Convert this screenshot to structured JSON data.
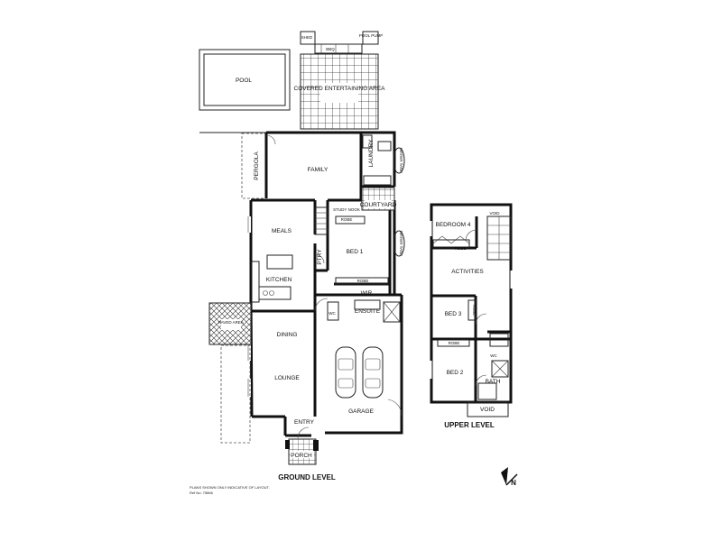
{
  "rooms": {
    "shed": "SHED",
    "bbq": "BBQ",
    "pool_pump": "POOL PUMP",
    "pool": "POOL",
    "covered_entertaining": "COVERED ENTERTAINING AREA",
    "pergola": "PERGOLA",
    "family": "FAMILY",
    "laundry": "LAUNDRY",
    "water_tank_1": "WATER TANK",
    "water_tank_2": "WATER TANK",
    "study_nook": "STUDY NOOK",
    "courtyard": "COURTYARD",
    "robe_1": "ROBE",
    "robe_2": "ROBE",
    "meals": "MEALS",
    "bed1": "BED 1",
    "ptry": "PTRY",
    "kitchen": "KITCHEN",
    "wir": "WIR",
    "paved_area": "PAVED AREA",
    "ensuite": "ENSUITE",
    "dining": "DINING",
    "lounge": "LOUNGE",
    "garage": "GARAGE",
    "entry": "ENTRY",
    "porch": "PORCH",
    "wc_ground": "WC",
    "bedroom4": "BEDROOM 4",
    "void_1": "VOID",
    "robe_3": "ROBE",
    "activities": "ACTIVITIES",
    "bed3": "BED 3",
    "robe_4": "ROBE",
    "robe_5": "ROBE",
    "wc_upper": "WC",
    "bed2": "BED 2",
    "bath": "BATH",
    "void_2": "VOID"
  },
  "levels": {
    "ground": "GROUND LEVEL",
    "upper": "UPPER LEVEL"
  },
  "notes": {
    "line1": "PLANS SHOWN ONLY INDICATIVE OF LAYOUT.",
    "line2": "Ref No: 75866"
  },
  "compass": {
    "letter": "N"
  }
}
